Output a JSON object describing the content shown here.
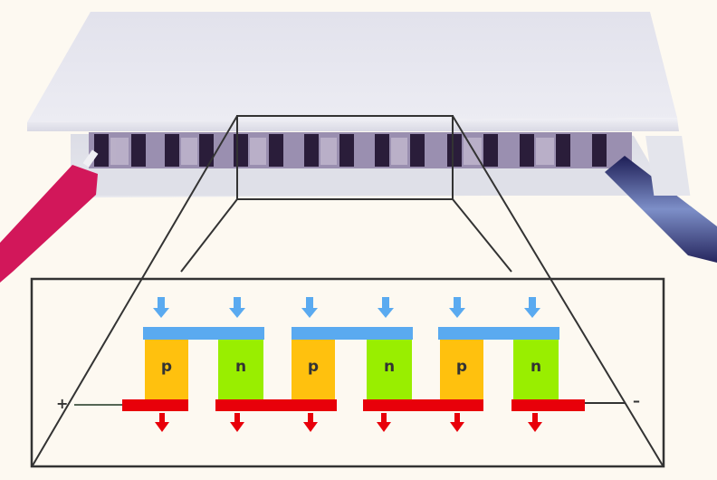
{
  "figure": {
    "description": "Thermoelectric (Peltier) module photo with magnified schematic of p-n legs",
    "colors": {
      "background": "#fdf9f1",
      "plate": "#e4e4ee",
      "p_type": "#ffc10e",
      "n_type": "#99ee00",
      "cold_side": "#5aaaf0",
      "hot_side": "#e8000a",
      "outline": "#333333",
      "wire_positive": "#d2175a",
      "wire_negative": "#2a2a6a"
    }
  },
  "schematic": {
    "legs": [
      {
        "type": "p",
        "label": "p"
      },
      {
        "type": "n",
        "label": "n"
      },
      {
        "type": "p",
        "label": "p"
      },
      {
        "type": "n",
        "label": "n"
      },
      {
        "type": "p",
        "label": "p"
      },
      {
        "type": "n",
        "label": "n"
      }
    ],
    "terminal_positive": "+",
    "terminal_negative": "–",
    "heat_absorbed_arrows": 6,
    "heat_released_arrows": 6
  }
}
